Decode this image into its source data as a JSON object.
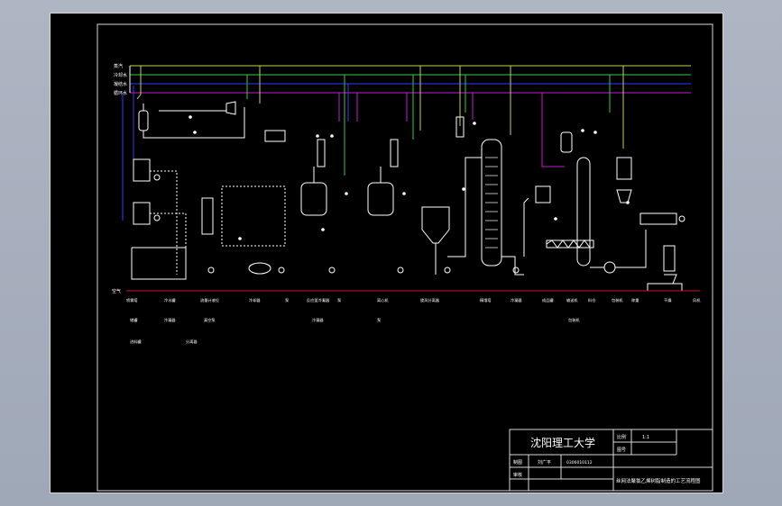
{
  "colors": {
    "background": "#000000",
    "frame": "#d9d9d9",
    "line_yellow": "#c8d24a",
    "line_green": "#34c84a",
    "line_blue": "#2c3cff",
    "line_magenta": "#c020c8",
    "line_air_red": "#d01020",
    "equipment": "#ffffff"
  },
  "utility_lines": {
    "labels": [
      "蒸汽",
      "冷却水",
      "凝结水",
      "循环水"
    ]
  },
  "air_line": {
    "label": "空气"
  },
  "equipment_tags": {
    "row1": [
      "喷雾塔",
      "冷水罐",
      "流量计液位",
      "冷却器",
      "泵",
      "反应釜冷凝器",
      "泵",
      "离心机",
      "旋风分离器",
      "精馏塔",
      "冷凝器",
      "成品罐",
      "输送机",
      "料仓",
      "包装机",
      "称重",
      "干燥",
      "风机"
    ],
    "row2": [
      "储罐",
      "冷凝器",
      "真空泵",
      "冷凝器",
      "泵",
      "包装机"
    ],
    "row3": [
      "进料罐",
      "分离器"
    ]
  },
  "title_block": {
    "school": "沈阳理工大学",
    "scale_label": "比例",
    "scale_value": "1:1",
    "drawing_no_label": "图号",
    "designer_label": "制图",
    "designer_name": "刘广平",
    "student_id": "0306010112",
    "reviewer_label": "审核",
    "drawing_title": "丝网法聚氯乙烯树脂制造的工艺流程图"
  }
}
